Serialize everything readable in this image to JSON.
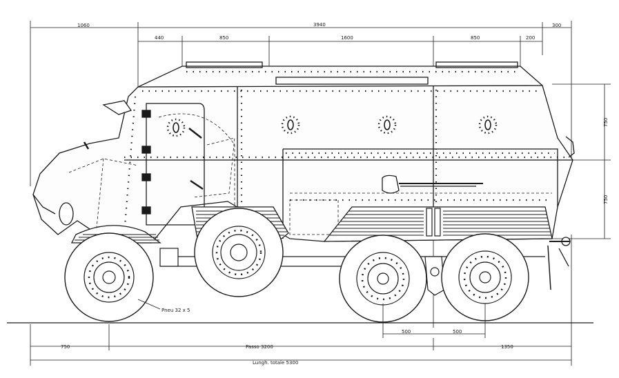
{
  "drawing": {
    "dimensions_top": {
      "front_overhang": "1060",
      "body_length": "3940",
      "rear_overhang": "300"
    },
    "dimensions_upper": {
      "seg1": "440",
      "seg2": "850",
      "seg3": "1600",
      "seg4": "850",
      "seg5": "200"
    },
    "dimensions_right": {
      "upper_height": "750",
      "lower_height": "750"
    },
    "dimensions_lower": {
      "bogie_left": "500",
      "bogie_right": "500"
    },
    "dimensions_bottom": {
      "front": "750",
      "wheelbase": "Passo 3200",
      "rear": "1350",
      "total_length": "Lungh. totale 5300"
    },
    "tyre_label": "Pneu 32 x 5"
  }
}
